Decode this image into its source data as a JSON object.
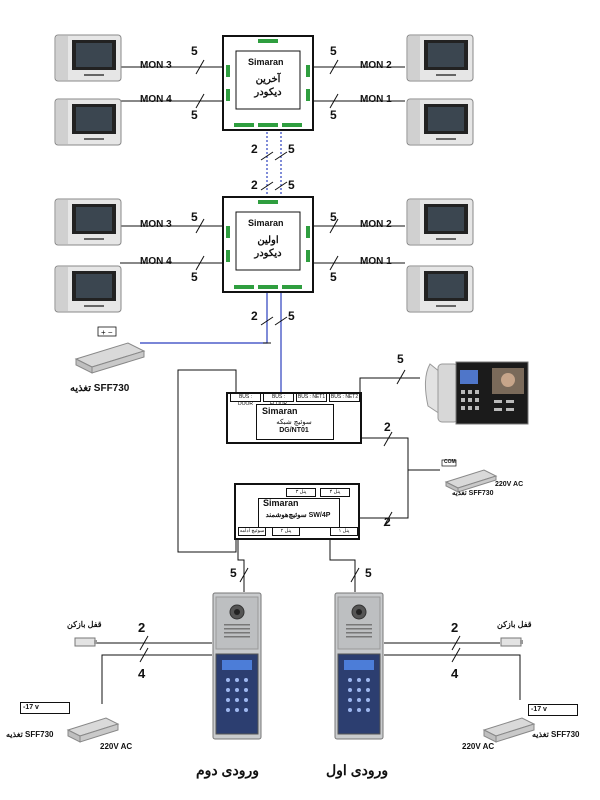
{
  "decoders": {
    "last": {
      "brand": "Simaran",
      "title_line1": "آخرین",
      "title_line2": "دیکودر"
    },
    "first": {
      "brand": "Simaran",
      "title_line1": "اولین",
      "title_line2": "دیکودر"
    }
  },
  "monitor_labels": {
    "mon1": "MON 1",
    "mon2": "MON 2",
    "mon3": "MON 3",
    "mon4": "MON 4"
  },
  "wire_counts": {
    "five": "5",
    "two": "2",
    "four": "4"
  },
  "network_switch": {
    "brand": "Simaran",
    "name_fa": "سوئیچ شبکه",
    "model": "DG/NT01",
    "ports": [
      "BUS : DOOR",
      "BUS : FLOOR",
      "BUS : NET1",
      "BUS : NET2"
    ]
  },
  "smart_switch": {
    "brand": "Simaran",
    "name": "سوئیچ‌هوشمند SW/4P",
    "ports_top": [
      "پنل ۴",
      "پنل ۳"
    ],
    "ports_bottom": [
      "سوئیچ ادامه",
      "پنل ۲",
      "پنل ۱"
    ]
  },
  "power_supplies": {
    "main": "تغذیه SFF730",
    "right": "تغذیه SFF730",
    "bottom_left": "تغذیه SFF730",
    "bottom_right": "تغذیه SFF730",
    "voltage_ac": "220V AC",
    "voltage_dc": "-17 v",
    "com": "COM"
  },
  "locks": {
    "left": "قفل بازکن",
    "right": "قفل بازکن"
  },
  "entrances": {
    "second": "ورودی دوم",
    "first": "ورودی اول"
  },
  "colors": {
    "line": "#111111",
    "bus_wire": "#2b3fbf",
    "led_green": "#2f9e3f",
    "panel_silver": "#c9cbcd"
  }
}
